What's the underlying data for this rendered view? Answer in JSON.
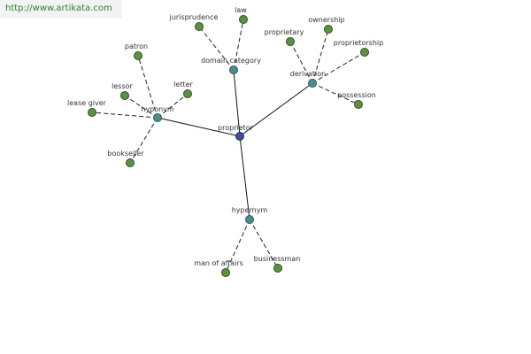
{
  "source_url": "http://www.artikata.com",
  "colors": {
    "center_node": "#4a4a9c",
    "relation_node": "#4c8c8c",
    "leaf_node": "#5c9144",
    "source_text": "#2f7d2f"
  },
  "graph": {
    "center": {
      "label": "proprietor"
    },
    "relations": [
      {
        "id": "hyponym",
        "label": "hyponym",
        "leaves": [
          {
            "label": "patron"
          },
          {
            "label": "lessor"
          },
          {
            "label": "letter"
          },
          {
            "label": "lease giver"
          },
          {
            "label": "bookseller"
          }
        ]
      },
      {
        "id": "domain-category",
        "label": "domain category",
        "leaves": [
          {
            "label": "jurisprudence"
          },
          {
            "label": "law"
          }
        ]
      },
      {
        "id": "derivation",
        "label": "derivation",
        "leaves": [
          {
            "label": "proprietary"
          },
          {
            "label": "ownership"
          },
          {
            "label": "proprietorship"
          },
          {
            "label": "possession"
          }
        ]
      },
      {
        "id": "hypernym",
        "label": "hypernym",
        "leaves": [
          {
            "label": "man of affairs"
          },
          {
            "label": "businessman"
          }
        ]
      }
    ]
  }
}
